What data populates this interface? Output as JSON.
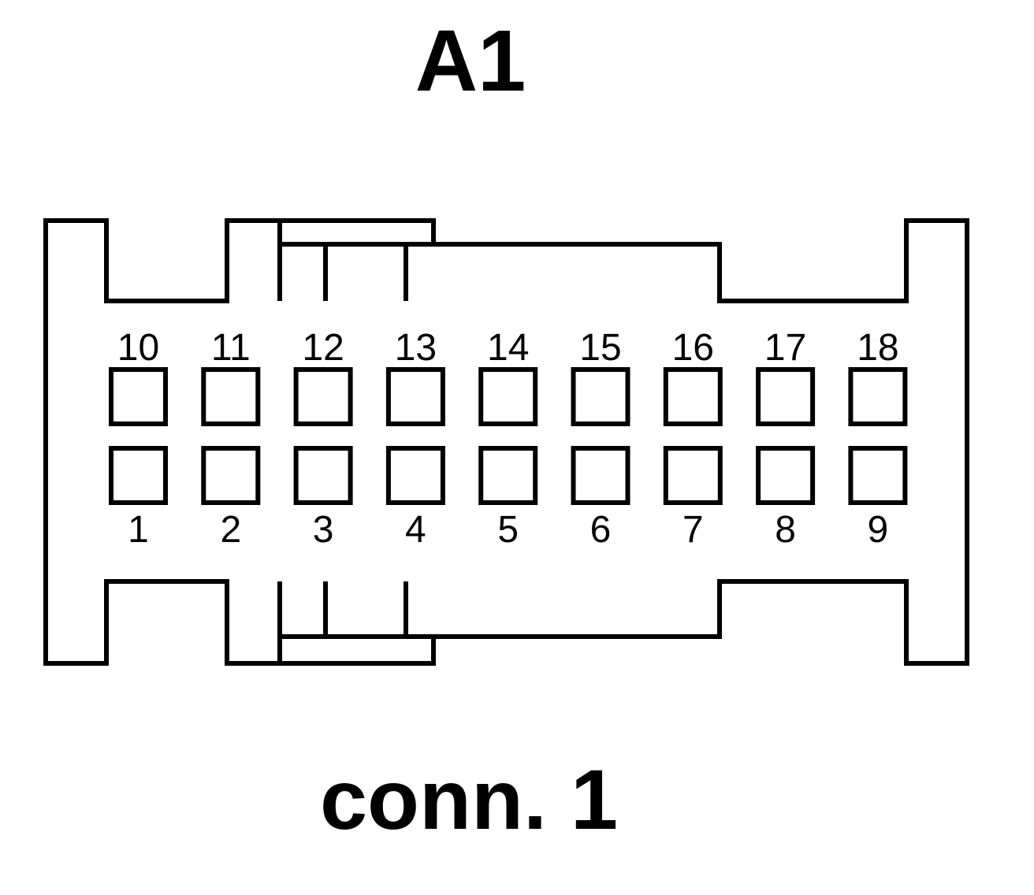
{
  "title": "A1",
  "caption": "conn. 1",
  "pins": {
    "top_row": [
      "10",
      "11",
      "12",
      "13",
      "14",
      "15",
      "16",
      "17",
      "18"
    ],
    "bottom_row": [
      "1",
      "2",
      "3",
      "4",
      "5",
      "6",
      "7",
      "8",
      "9"
    ]
  }
}
